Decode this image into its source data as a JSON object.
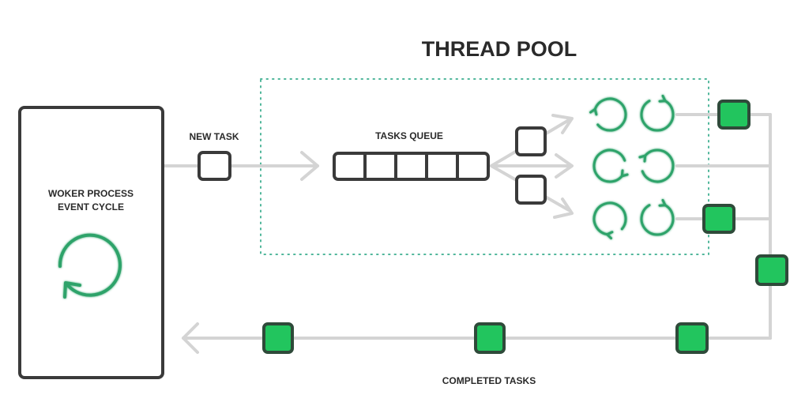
{
  "title": "THREAD POOL",
  "worker": {
    "line1": "WOKER PROCESS",
    "line2": "EVENT CYCLE",
    "icon": "cycle-icon"
  },
  "labels": {
    "new_task": "NEW TASK",
    "tasks_queue": "TASKS QUEUE",
    "completed_tasks": "COMPLETED TASKS"
  },
  "queue": {
    "slots": 5
  },
  "threads": {
    "rows": 3,
    "per_row": 2
  },
  "colors": {
    "green": "#22c55e",
    "green_stroke": "#2fa36b",
    "dark": "#3a3a3a",
    "line": "#d2d2d2",
    "dots": "#4fb69a"
  }
}
